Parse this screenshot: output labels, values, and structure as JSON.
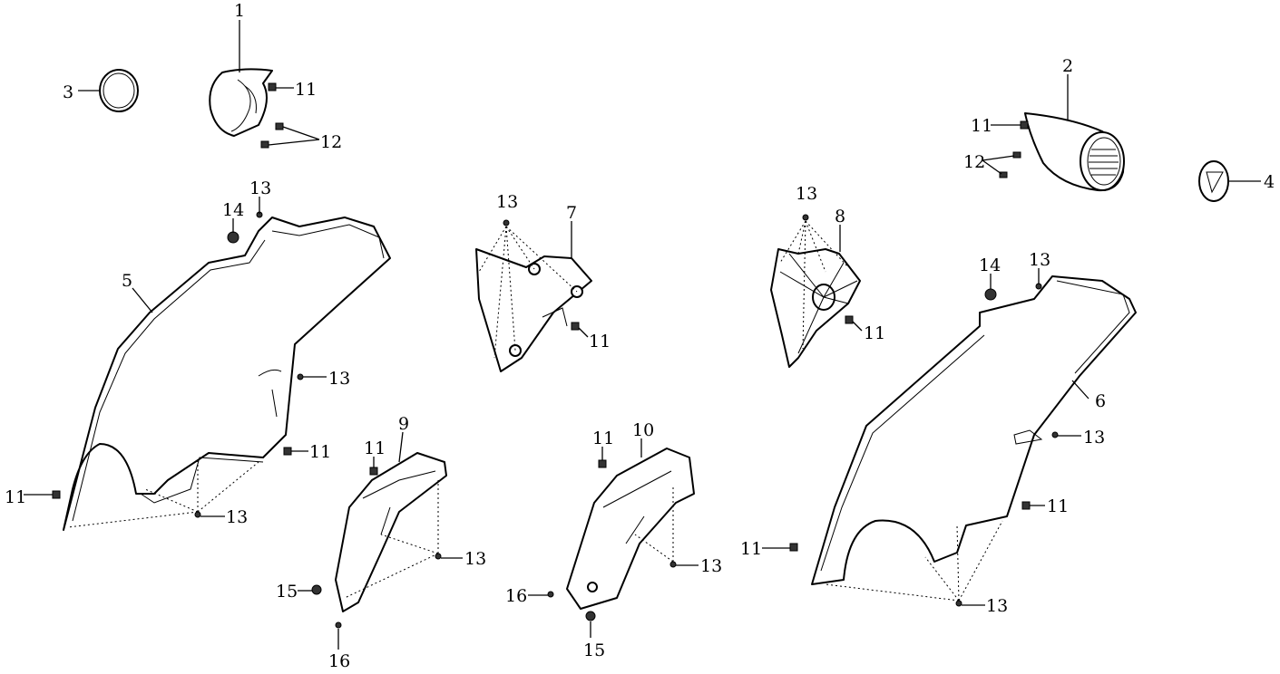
{
  "diagram": {
    "type": "exploded-parts-diagram",
    "callouts": [
      "1",
      "3",
      "11",
      "12",
      "2",
      "11",
      "12",
      "4",
      "13",
      "14",
      "5",
      "13",
      "7",
      "11",
      "13",
      "8",
      "11",
      "14",
      "13",
      "6",
      "13",
      "11",
      "11",
      "13",
      "9",
      "11",
      "13",
      "15",
      "16",
      "10",
      "11",
      "13",
      "16",
      "15",
      "13",
      "11",
      "11",
      "13"
    ]
  }
}
